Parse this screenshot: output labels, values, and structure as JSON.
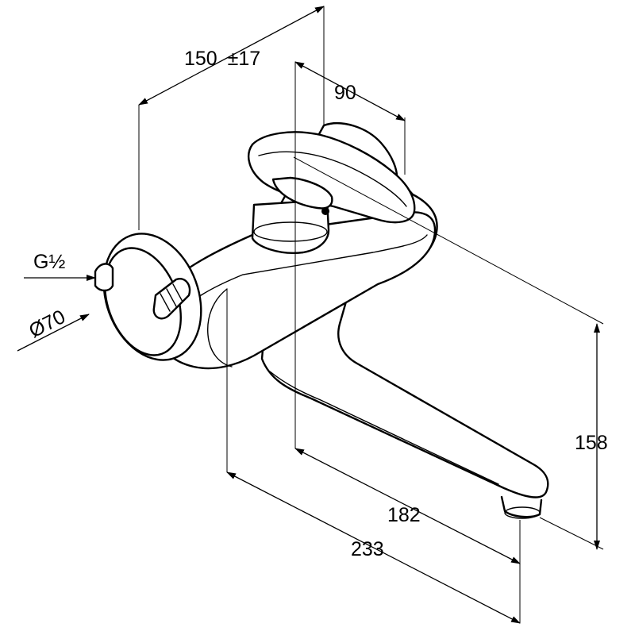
{
  "drawing": {
    "subject": "wall-mounted single-lever mixer tap",
    "dimensions": {
      "overall_width": "150",
      "overall_tolerance": "±17",
      "lever_width": "90",
      "thread": "G½",
      "rosette_diameter": "Ø70",
      "height": "158",
      "spout_reach": "182",
      "total_reach": "233"
    }
  }
}
